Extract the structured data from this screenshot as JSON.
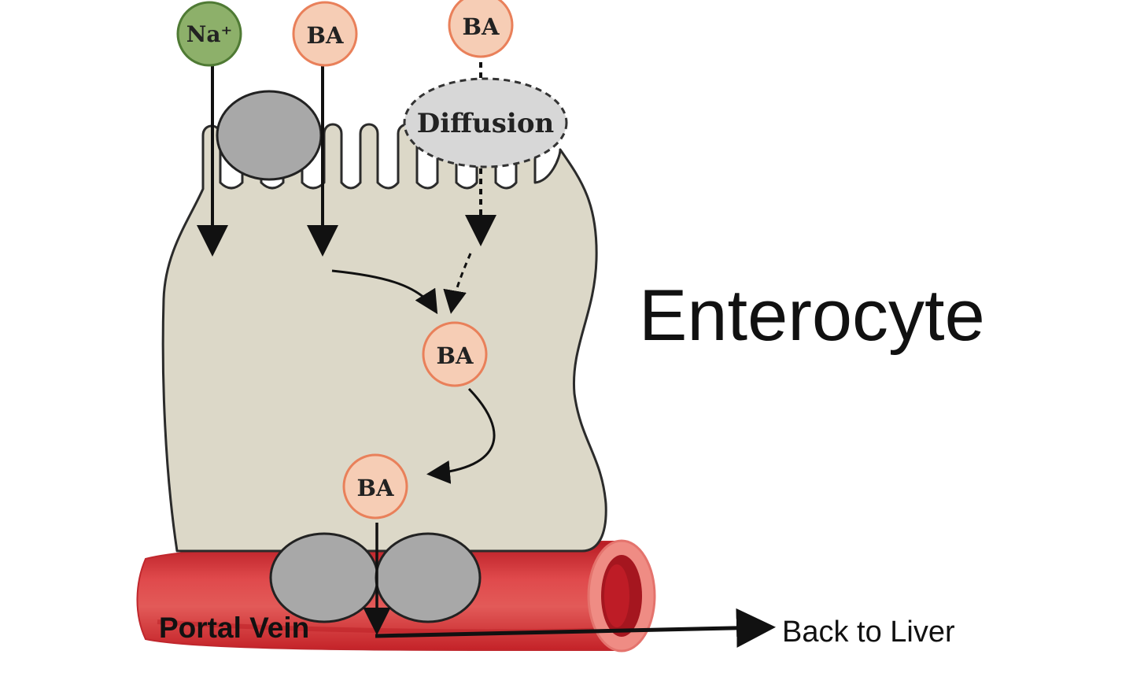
{
  "diagram": {
    "title": "Enterocyte",
    "labels": {
      "sodium": "Na⁺",
      "bile_acid": "BA",
      "diffusion": "Diffusion",
      "portal_vein": "Portal Vein",
      "back_to_liver": "Back to Liver"
    },
    "colors": {
      "cell_fill": "#dcd8c8",
      "cell_stroke": "#2b2b2b",
      "ba_fill": "#f6cdb5",
      "ba_stroke": "#e9805a",
      "na_fill": "#8db06a",
      "na_stroke": "#4f7a34",
      "transporter": "#a8a8a8",
      "diffusion_fill": "#d7d7d7",
      "vein_dark": "#c9202a",
      "vein_mid": "#e0474a",
      "vein_light": "#ef8a82"
    },
    "icons": [
      "sodium-ion-icon",
      "bile-acid-icon",
      "transporter-icon",
      "portal-vein-icon",
      "arrow-icon"
    ]
  }
}
